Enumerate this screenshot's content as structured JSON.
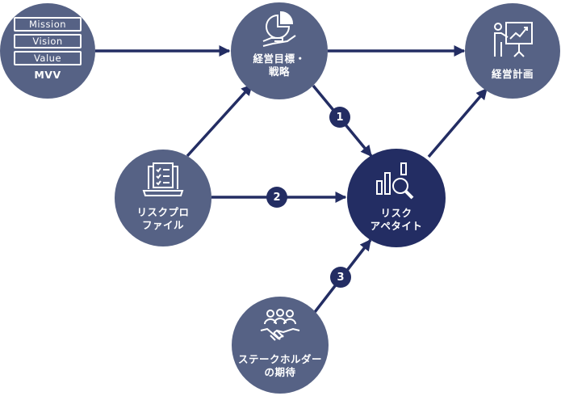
{
  "nodes": {
    "mvv": {
      "boxes": [
        "Mission",
        "Vision",
        "Value"
      ],
      "label": "MVV"
    },
    "goals": {
      "label": "経営目標・\n戦略"
    },
    "plan": {
      "label": "経営計画"
    },
    "risk_profile": {
      "label": "リスクプロ\nファイル"
    },
    "risk_appetite": {
      "label": "リスク\nアペタイト"
    },
    "stakeholders": {
      "label": "ステークホルダー\nの期待"
    }
  },
  "badges": {
    "one": "1",
    "two": "2",
    "three": "3"
  },
  "colors": {
    "node": "#566285",
    "highlight": "#232d63",
    "line": "#232d63"
  },
  "icons": [
    "pie-chart-hand-icon",
    "presentation-chart-icon",
    "laptop-checklist-icon",
    "bar-chart-magnifier-icon",
    "handshake-people-icon"
  ]
}
